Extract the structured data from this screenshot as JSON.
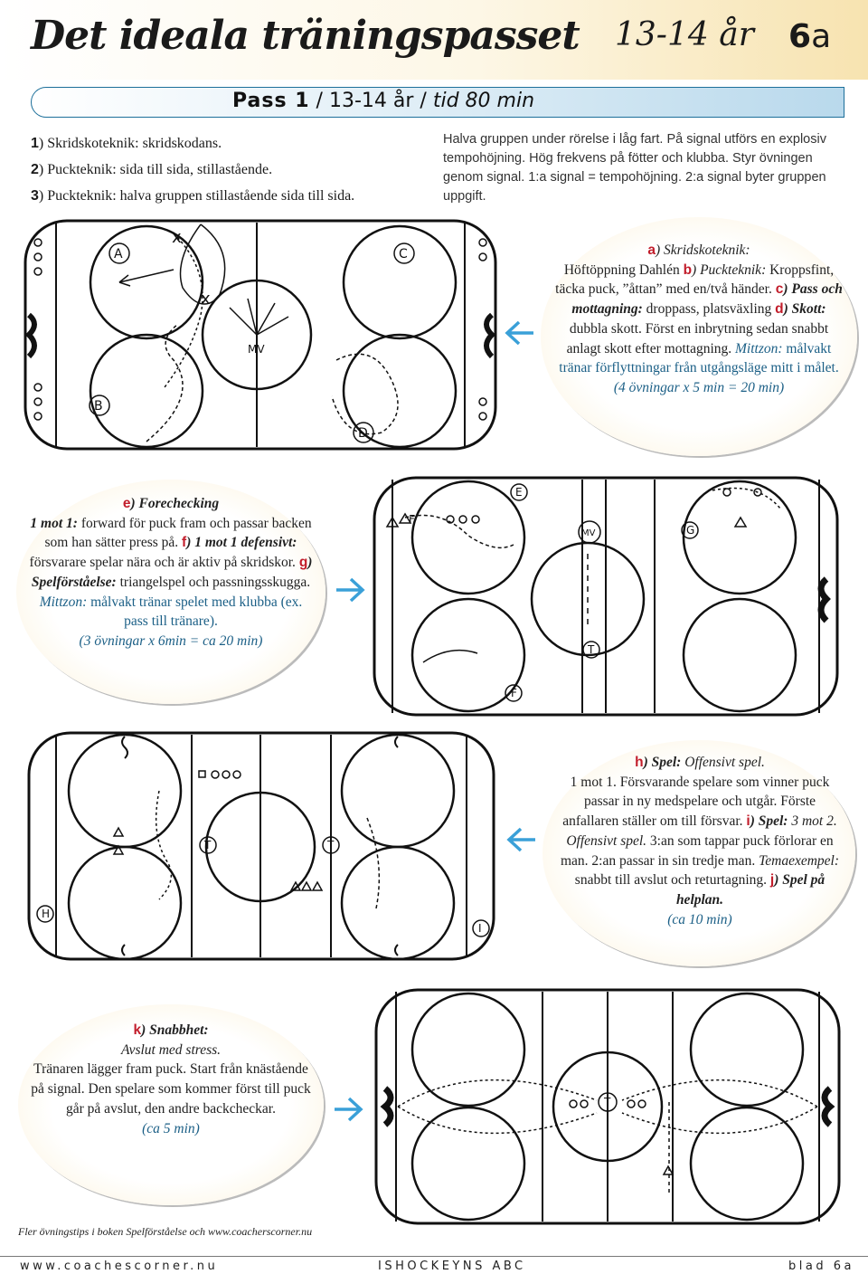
{
  "header": {
    "title": "Det ideala träningspasset",
    "age": "13-14 år",
    "code_num": "6",
    "code_letter": "a"
  },
  "pass": {
    "name": "Pass 1",
    "sep": "/",
    "age": "13-14 år",
    "sep2": "/",
    "time": "tid 80 min"
  },
  "intro": {
    "items": [
      {
        "num": "1",
        "text": ") Skridskoteknik: skridskodans."
      },
      {
        "num": "2",
        "text": ") Puckteknik: sida till sida, stillastående."
      },
      {
        "num": "3",
        "text": ") Puckteknik: halva gruppen stillastående sida till sida."
      }
    ],
    "right": "Halva gruppen under rörelse i låg fart. På signal utförs en explosiv tempohöjning. Hög frekvens på fötter och klubba. Styr övningen genom signal. 1:a signal = tempohöjning. 2:a signal byter gruppen uppgift."
  },
  "rink1": {
    "labels": [
      "A",
      "C",
      "B",
      "D",
      "MV",
      "x",
      "x"
    ]
  },
  "rink2": {
    "labels": [
      "E",
      "F",
      "G",
      "MV",
      "T",
      "F"
    ]
  },
  "rink3": {
    "labels": [
      "H",
      "I",
      "T",
      "T"
    ]
  },
  "rink4": {
    "labels": [
      "T"
    ]
  },
  "box_a": {
    "l_a": "a",
    "a_title": ") Skridskoteknik:",
    "a_text": "Höftöppning Dahlén",
    "l_b": "b",
    "b_title": ") Puckteknik:",
    "b_text": "Kroppsfint, täcka puck, ”åttan” med en/två händer.",
    "l_c": "c",
    "c_title": ") Pass och mottagning:",
    "c_text": "droppass, platsväxling",
    "l_d": "d",
    "d_title": ") Skott:",
    "d_text": "dubbla skott. Först en inbrytning sedan snabbt anlagt skott efter mottagning.",
    "zone_title": "Mittzon:",
    "zone_text": "målvakt tränar förflyttningar från utgångsläge mitt i målet.",
    "time": "(4 övningar x 5 min = 20 min)"
  },
  "box_e": {
    "l_e": "e",
    "e_title": ") Forechecking",
    "e_sub": "1 mot 1:",
    "e_text": "forward för puck fram och passar backen som han sätter press på.",
    "l_f": "f",
    "f_title": ") 1 mot 1 defensivt:",
    "f_text": "försvarare spelar nära och är aktiv på skridskor.",
    "l_g": "g",
    "g_title": ") Spelförståelse:",
    "g_text": "triangelspel och passningsskugga.",
    "zone_title": "Mittzon:",
    "zone_text": "målvakt tränar spelet med klubba (ex. pass till tränare).",
    "time": "(3 övningar x 6min = ca 20 min)"
  },
  "box_h": {
    "l_h": "h",
    "h_title": ") Spel:",
    "h_sub": "Offensivt spel.",
    "h_text": "1 mot 1. Försvarande spelare som vinner puck passar in ny medspelare och utgår. Förste anfallaren ställer om till försvar.",
    "l_i": "i",
    "i_title": ") Spel:",
    "i_sub": "3 mot 2. Offensivt spel.",
    "i_text": "3:an som tappar puck förlorar en man. 2:an passar in sin tredje man.",
    "theme_title": "Temaexempel:",
    "theme_text": "snabbt till avslut och returtagning.",
    "l_j": "j",
    "j_title": ") Spel på helplan.",
    "time": "(ca 10 min)"
  },
  "box_k": {
    "l_k": "k",
    "k_title": ") Snabbhet:",
    "k_sub": "Avslut med stress.",
    "k_text": "Tränaren lägger fram puck. Start från knästående på signal. Den spelare som kommer först till puck går på avslut, den andre backcheckar.",
    "time": "(ca 5 min)"
  },
  "tip": "Fler övningstips i boken Spelförståelse och www.coacherscorner.nu",
  "footer": {
    "left": "www.coachescorner.nu",
    "center": "ISHOCKEYNS ABC",
    "right": "blad 6a"
  },
  "colors": {
    "accent_red": "#c21d2b",
    "bar_blue": "#1c6f9a",
    "arrow_blue": "#3aa0d8",
    "bubble_cream": "#fbf1d6"
  }
}
